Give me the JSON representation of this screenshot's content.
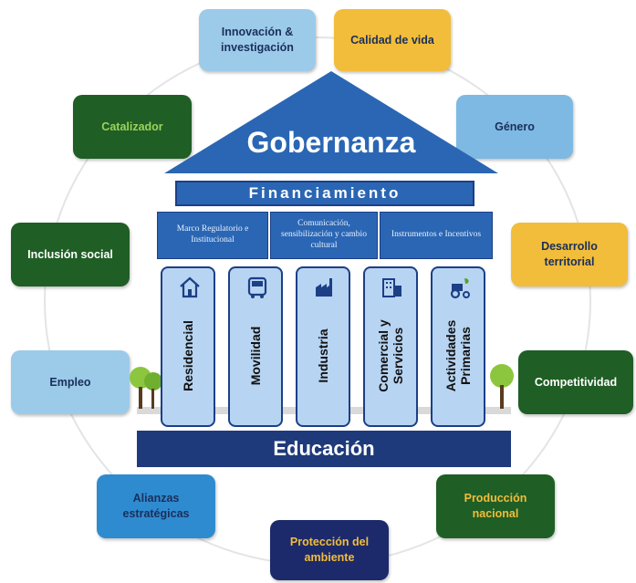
{
  "house": {
    "roof": "Gobernanza",
    "financing": "Financiamiento",
    "enablers": [
      "Marco Regulatorio e Institucional",
      "Comunicación, sensibilización y cambio cultural",
      "Instrumentos e Incentivos"
    ],
    "pillars": [
      {
        "label": "Residencial",
        "icon": "house-icon"
      },
      {
        "label": "Movilidad",
        "icon": "bus-icon"
      },
      {
        "label": "Industria",
        "icon": "factory-icon"
      },
      {
        "label": "Comercial y Servicios",
        "icon": "building-icon"
      },
      {
        "label": "Actividades Primarias",
        "icon": "tractor-icon"
      }
    ],
    "base": "Educación"
  },
  "ring": [
    {
      "label": "Innovación & investigación",
      "color": "#9ccbea",
      "text": "#1a2f5a"
    },
    {
      "label": "Calidad de vida",
      "color": "#f2bd3a",
      "text": "#1a2f5a"
    },
    {
      "label": "Género",
      "color": "#7db9e3",
      "text": "#1a2f5a"
    },
    {
      "label": "Desarrollo territorial",
      "color": "#f2bd3a",
      "text": "#1a2f5a"
    },
    {
      "label": "Competitividad",
      "color": "#1f5e25",
      "text": "#ffffff"
    },
    {
      "label": "Producción nacional",
      "color": "#1f5e25",
      "text": "#f2bd3a"
    },
    {
      "label": "Protección del ambiente",
      "color": "#1c2a6b",
      "text": "#f2bd3a"
    },
    {
      "label": "Alianzas estratégicas",
      "color": "#2f8bd0",
      "text": "#1a2f5a"
    },
    {
      "label": "Empleo",
      "color": "#9ccbea",
      "text": "#1a2f5a"
    },
    {
      "label": "Inclusión social",
      "color": "#1f5e25",
      "text": "#ffffff"
    },
    {
      "label": "Catalizador",
      "color": "#1f5e25",
      "text": "#9bd35b"
    }
  ]
}
